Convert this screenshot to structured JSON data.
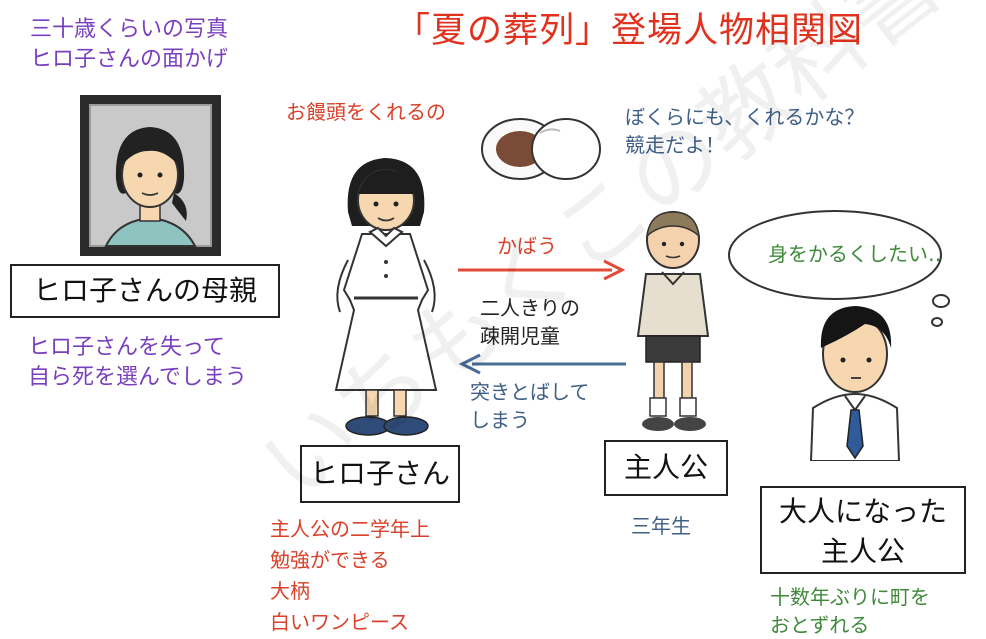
{
  "title": "「夏の葬列」登場人物相関図",
  "mother": {
    "photo_note": [
      "三十歳くらいの写真",
      "ヒロ子さんの面かげ"
    ],
    "name": "ヒロ子さんの母親",
    "desc": [
      "ヒロ子さんを失って",
      "自ら死を選んでしまう"
    ]
  },
  "hiroko": {
    "speech": "お饅頭をくれるの",
    "name": "ヒロ子さん",
    "desc": [
      "主人公の二学年上",
      "勉強ができる",
      "大柄",
      "白いワンピース"
    ]
  },
  "kids_speech": [
    "ぼくらにも、くれるかな？",
    "競走だよ！"
  ],
  "relation": {
    "protect": "かばう",
    "evacuees": [
      "二人きりの",
      "疎開児童"
    ],
    "push": [
      "突きとばして",
      "しまう"
    ]
  },
  "protagonist": {
    "name": "主人公",
    "grade": "三年生"
  },
  "adult": {
    "thought": "身をかるくしたい‥",
    "name": [
      "大人になった",
      "主人公"
    ],
    "desc": [
      "十数年ぶりに町を",
      "おとずれる"
    ]
  },
  "watermark": "いちもくこの教科書",
  "colors": {
    "title": "#e0321e",
    "purple": "#7a3fbf",
    "red": "#d9412a",
    "blue": "#3f5f86",
    "green": "#3f8a3a",
    "arrow_red": "#e24a3a",
    "arrow_blue": "#4a6d95"
  }
}
